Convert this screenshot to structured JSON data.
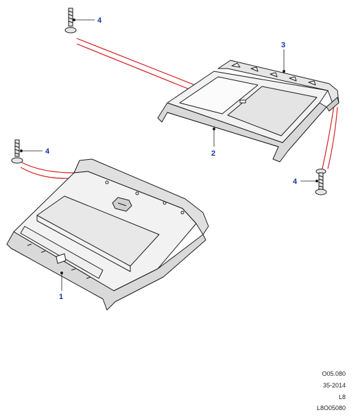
{
  "diagram": {
    "callouts": [
      {
        "id": "c1",
        "label": "1"
      },
      {
        "id": "c2",
        "label": "2"
      },
      {
        "id": "c3",
        "label": "3"
      },
      {
        "id": "c4a",
        "label": "4"
      },
      {
        "id": "c4b",
        "label": "4"
      },
      {
        "id": "c4c",
        "label": "4"
      }
    ],
    "reference": {
      "code1": "O05.080",
      "code2": "35-2014",
      "code3": "L8",
      "code4": "L8O05080"
    },
    "colors": {
      "callout": "#1a2fa8",
      "leader": "#d42020",
      "outline": "#1a1a1a",
      "shade": "#d9d9d9",
      "panel": "#f2f2f2"
    }
  }
}
